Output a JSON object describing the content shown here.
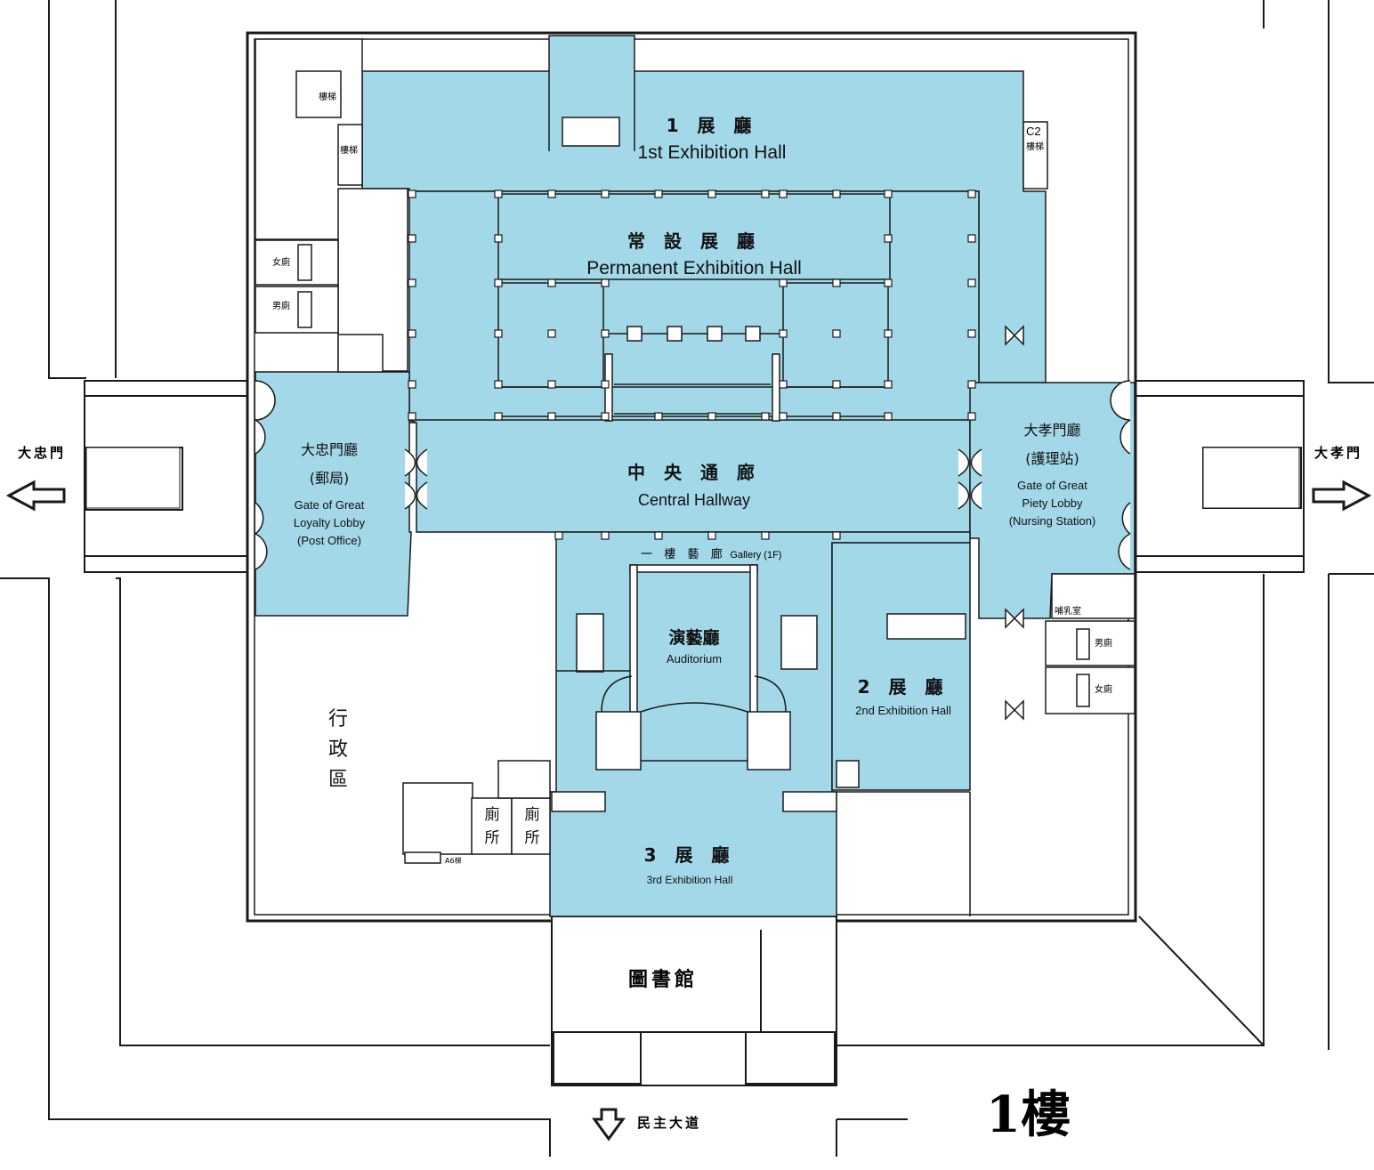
{
  "colors": {
    "hall": "#a2d8e8",
    "wall": "#1a1a1a",
    "background": "#ffffff"
  },
  "floor_label": "1樓",
  "exits": {
    "west": "大忠門",
    "east": "大孝門",
    "south": "民主大道"
  },
  "halls": {
    "hall1": {
      "zh": "1 展 廳",
      "en": "1st Exhibition Hall"
    },
    "permanent": {
      "zh": "常 設 展 廳",
      "en": "Permanent Exhibition Hall"
    },
    "central": {
      "zh": "中 央 通 廊",
      "en": "Central Hallway"
    },
    "west_lobby": {
      "zh": "大忠門廳",
      "zh2": "(郵局)",
      "en": [
        "Gate of Great",
        "Loyalty Lobby",
        "(Post Office)"
      ]
    },
    "east_lobby": {
      "zh": "大孝門廳",
      "zh2": "(護理站)",
      "en": [
        "Gate of Great",
        "Piety Lobby",
        "(Nursing Station)"
      ]
    },
    "gallery": {
      "zh": "一 樓 藝 廊",
      "en": "Gallery (1F)"
    },
    "auditorium": {
      "zh": "演藝廳",
      "en": "Auditorium"
    },
    "hall2": {
      "zh": "2 展 廳",
      "en": "2nd Exhibition Hall"
    },
    "hall3": {
      "zh": "3 展 廳",
      "en": "3rd Exhibition Hall"
    },
    "admin": {
      "zh": [
        "行",
        "政",
        "區"
      ]
    },
    "library": {
      "zh": "圖書館"
    }
  },
  "small_labels": {
    "stairs_a": "樓梯",
    "stairs_b": "樓梯",
    "stairs_c2": "C2",
    "stairs_c2b": "樓梯",
    "women_w": "女廁",
    "men_w": "男廁",
    "men_e": "男廁",
    "women_e": "女廁",
    "nursing": "哺乳室",
    "toilet_1": [
      "廁",
      "所"
    ],
    "toilet_2": [
      "廁",
      "所"
    ],
    "stairs_a6": "A6梯"
  }
}
